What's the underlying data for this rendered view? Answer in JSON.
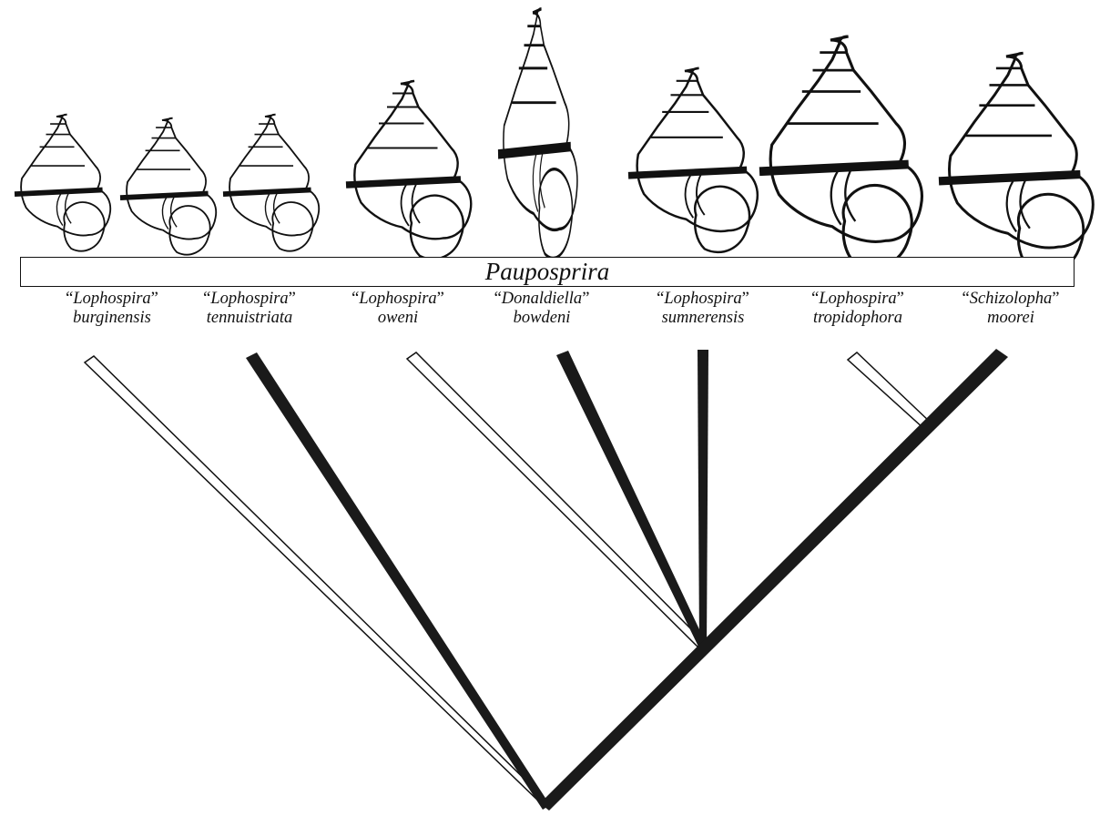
{
  "genus": "Pauposprira",
  "taxa": [
    {
      "genus": "Lophospira",
      "species": "burginensis",
      "branch": "open"
    },
    {
      "genus": "Lophospira",
      "species": "tennuistriata",
      "branch": "filled"
    },
    {
      "genus": "Lophospira",
      "species": "oweni",
      "branch": "open"
    },
    {
      "genus": "Donaldiella",
      "species": "bowdeni",
      "branch": "filled"
    },
    {
      "genus": "Lophospira",
      "species": "sumnerensis",
      "branch": "filled"
    },
    {
      "genus": "Lophospira",
      "species": "tropidophora",
      "branch": "open"
    },
    {
      "genus": "Schizolopha",
      "species": "moorei",
      "branch": "filled"
    }
  ],
  "colors": {
    "ink": "#111111",
    "branch_filled": "#1a1a1a",
    "band": "#222222"
  }
}
